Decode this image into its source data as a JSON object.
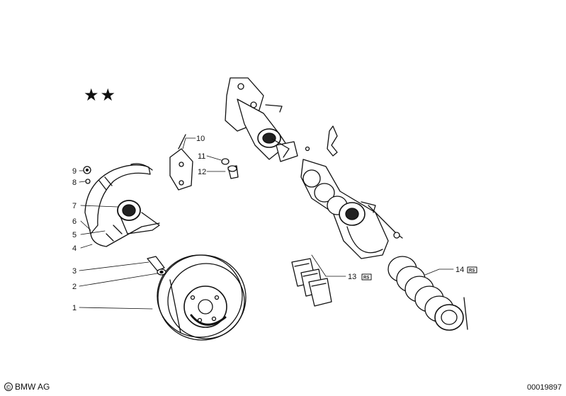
{
  "diagram": {
    "stars": "★★",
    "labels": {
      "p1": "1",
      "p2": "2",
      "p3": "3",
      "p4": "4",
      "p5": "5",
      "p6": "6",
      "p7": "7",
      "p8": "8",
      "p9": "9",
      "p10": "10",
      "p11": "11",
      "p12": "12",
      "p13": "13",
      "p14": "14"
    },
    "badges": {
      "b13": "RS",
      "b14": "RS"
    },
    "footer": {
      "copyright": "BMW AG",
      "copyright_symbol": "©",
      "image_number": "00019897"
    }
  }
}
